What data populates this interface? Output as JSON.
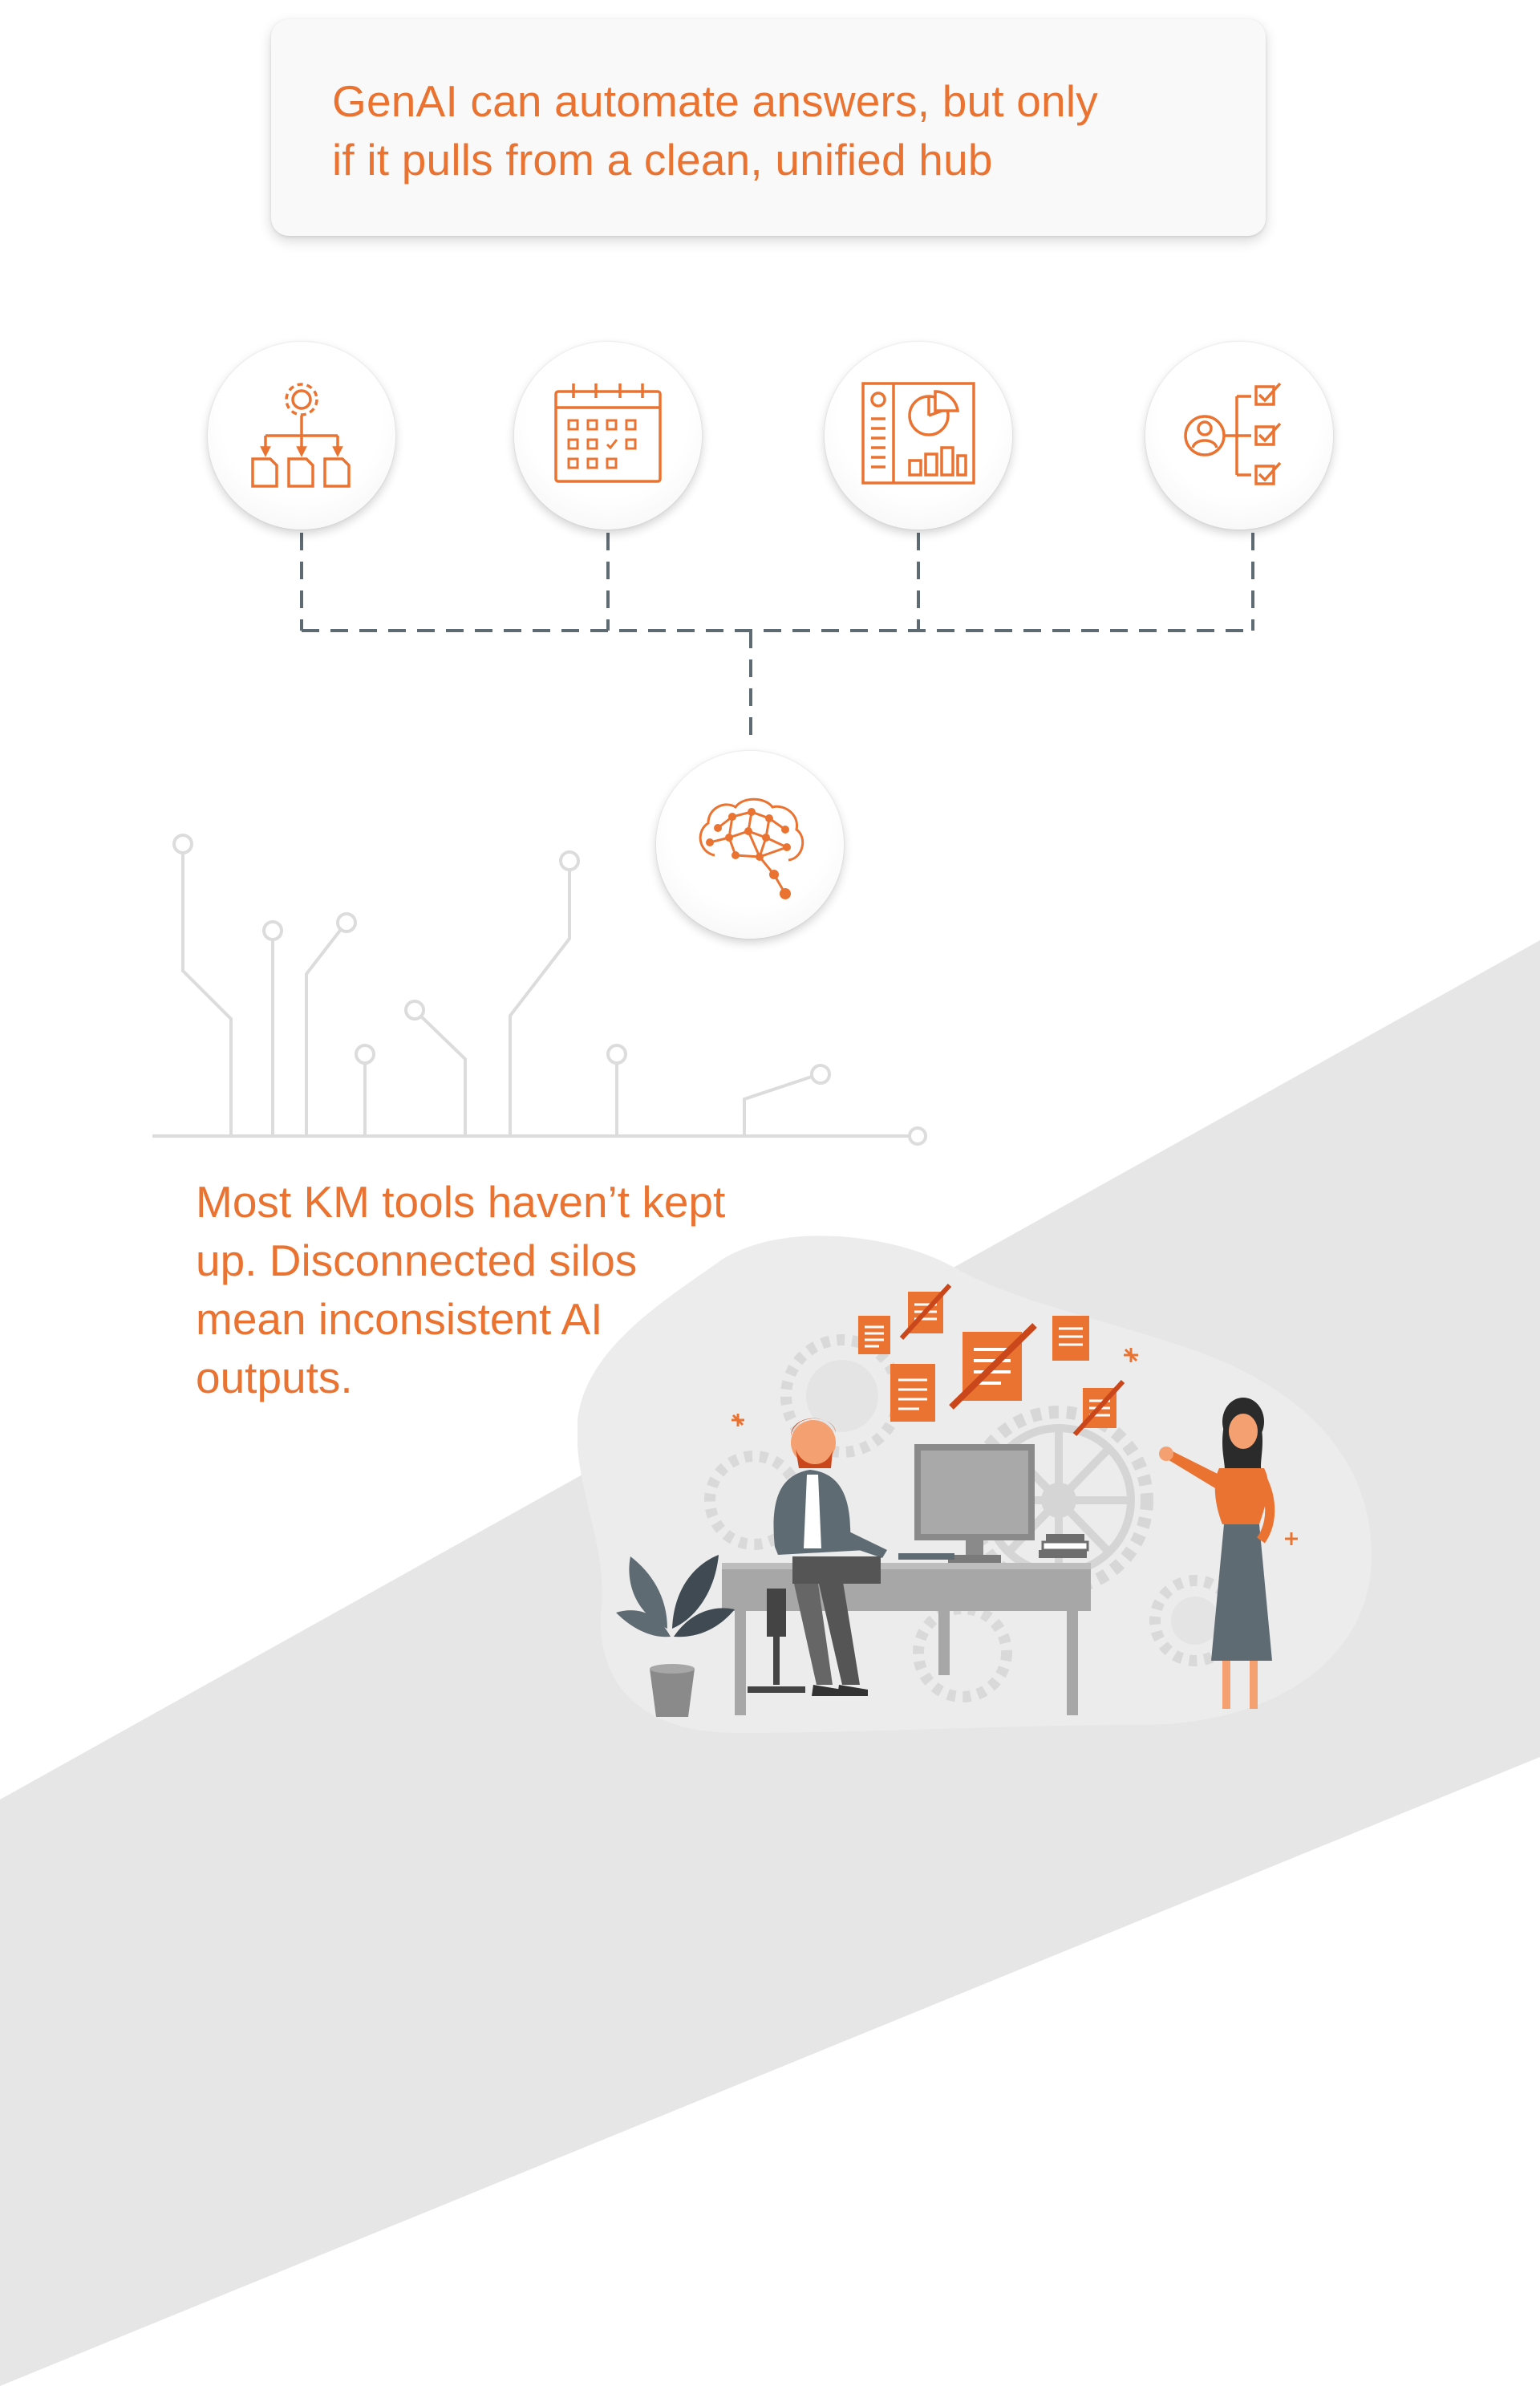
{
  "callout": {
    "text": "GenAI can automate answers, but only\nif it pulls from a clean, unified hub"
  },
  "hub": {
    "top_icons": [
      "workflow-icon",
      "calendar-icon",
      "dashboard-icon",
      "checklist-icon"
    ],
    "center_icon": "ai-brain-icon",
    "connector_style": "dashed"
  },
  "body": {
    "text": "Most KM tools haven’t kept\nup. Disconnected silos\nmean inconsistent AI\noutputs."
  },
  "illustration": {
    "icons": [
      "document-icon",
      "crossed-document-icon",
      "gear-icon",
      "desktop-monitor-icon",
      "books-icon",
      "potted-plant-icon"
    ]
  },
  "colors": {
    "accent": "#ea7331",
    "connector": "#5f6b73",
    "band": "#e6e6e6",
    "circuit": "#dcdcdc"
  }
}
